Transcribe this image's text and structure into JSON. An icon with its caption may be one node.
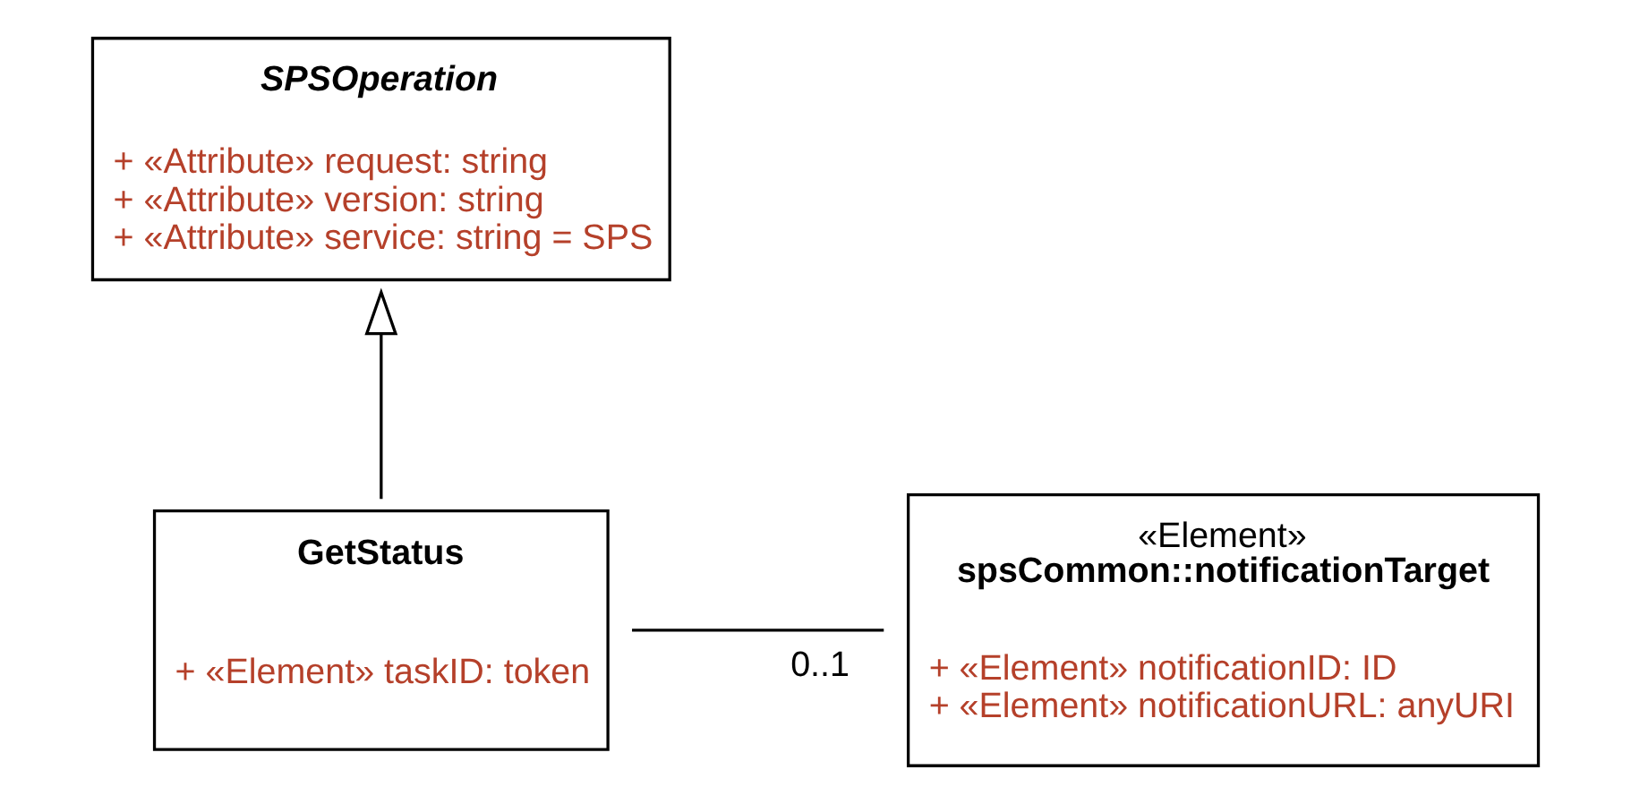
{
  "diagram": {
    "nodes": [
      {
        "text": [
          "SPSOperation",
          "+ «Attribute» request: string",
          "+ «Attribute» version: string",
          "+ «Attribute» service: string = SPS"
        ]
      },
      {
        "text": [
          "«Element»",
          "spsCommon::notificationTarget",
          "+ «Element» notificationID: ID",
          "+ «Element» notificationURL: anyURI"
        ]
      },
      {
        "text": [
          "GetStatus",
          "+ «Element» taskID: token"
        ]
      }
    ],
    "edges": [
      {
        "from": 2,
        "to": 0,
        "arrow": "to"
      },
      {
        "from": 2,
        "to": 1,
        "arrow": "none",
        "label": "0..1"
      }
    ]
  }
}
